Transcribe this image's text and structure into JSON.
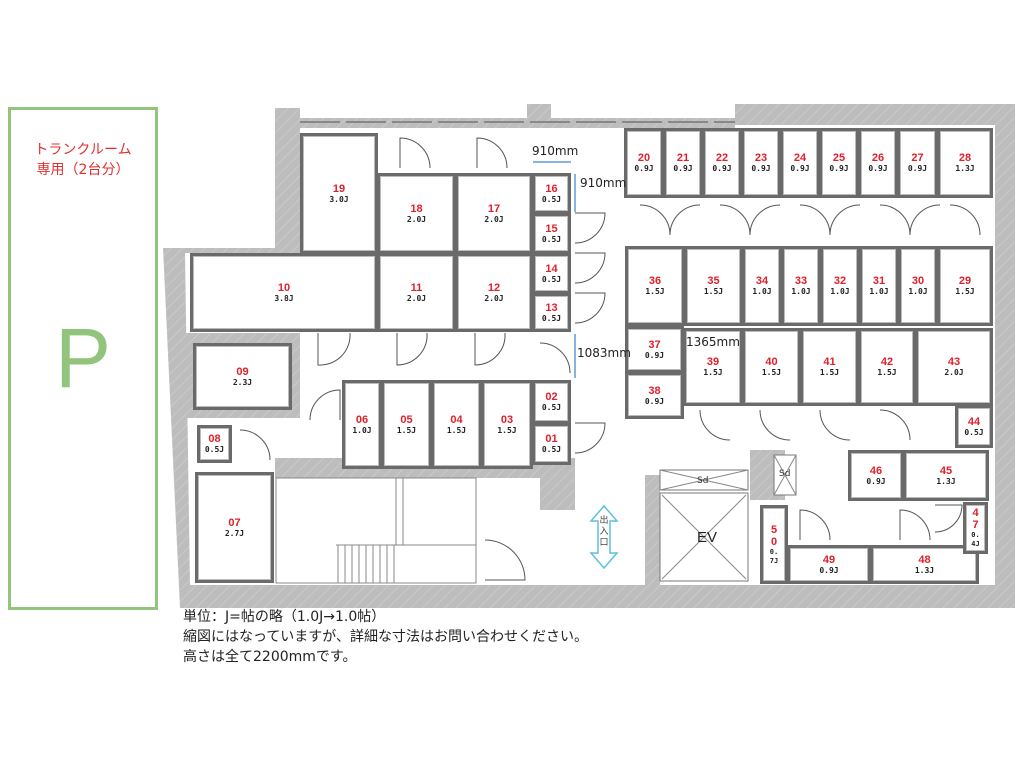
{
  "parking": {
    "label_line1": "トランクルーム",
    "label_line2": "専用（2台分）",
    "symbol": "P"
  },
  "rooms": [
    {
      "id": "01",
      "size": "0.5J"
    },
    {
      "id": "02",
      "size": "0.5J"
    },
    {
      "id": "03",
      "size": "1.5J"
    },
    {
      "id": "04",
      "size": "1.5J"
    },
    {
      "id": "05",
      "size": "1.5J"
    },
    {
      "id": "06",
      "size": "1.0J"
    },
    {
      "id": "07",
      "size": "2.7J"
    },
    {
      "id": "08",
      "size": "0.5J"
    },
    {
      "id": "09",
      "size": "2.3J"
    },
    {
      "id": "10",
      "size": "3.8J"
    },
    {
      "id": "11",
      "size": "2.0J"
    },
    {
      "id": "12",
      "size": "2.0J"
    },
    {
      "id": "13",
      "size": "0.5J"
    },
    {
      "id": "14",
      "size": "0.5J"
    },
    {
      "id": "15",
      "size": "0.5J"
    },
    {
      "id": "16",
      "size": "0.5J"
    },
    {
      "id": "17",
      "size": "2.0J"
    },
    {
      "id": "18",
      "size": "2.0J"
    },
    {
      "id": "19",
      "size": "3.0J"
    },
    {
      "id": "20",
      "size": "0.9J"
    },
    {
      "id": "21",
      "size": "0.9J"
    },
    {
      "id": "22",
      "size": "0.9J"
    },
    {
      "id": "23",
      "size": "0.9J"
    },
    {
      "id": "24",
      "size": "0.9J"
    },
    {
      "id": "25",
      "size": "0.9J"
    },
    {
      "id": "26",
      "size": "0.9J"
    },
    {
      "id": "27",
      "size": "0.9J"
    },
    {
      "id": "28",
      "size": "1.3J"
    },
    {
      "id": "29",
      "size": "1.5J"
    },
    {
      "id": "30",
      "size": "1.0J"
    },
    {
      "id": "31",
      "size": "1.0J"
    },
    {
      "id": "32",
      "size": "1.0J"
    },
    {
      "id": "33",
      "size": "1.0J"
    },
    {
      "id": "34",
      "size": "1.0J"
    },
    {
      "id": "35",
      "size": "1.5J"
    },
    {
      "id": "36",
      "size": "1.5J"
    },
    {
      "id": "37",
      "size": "0.9J"
    },
    {
      "id": "38",
      "size": "0.9J"
    },
    {
      "id": "39",
      "size": "1.5J"
    },
    {
      "id": "40",
      "size": "1.5J"
    },
    {
      "id": "41",
      "size": "1.5J"
    },
    {
      "id": "42",
      "size": "1.5J"
    },
    {
      "id": "43",
      "size": "2.0J"
    },
    {
      "id": "44",
      "size": "0.5J"
    },
    {
      "id": "45",
      "size": "1.3J"
    },
    {
      "id": "46",
      "size": "0.9J"
    },
    {
      "id": "47",
      "size": "0.4J"
    },
    {
      "id": "48",
      "size": "1.3J"
    },
    {
      "id": "49",
      "size": "0.9J"
    },
    {
      "id": "50",
      "size": "0.7J"
    }
  ],
  "dimensions": {
    "d1": "910mm",
    "d2": "910mm",
    "d3": "1083mm",
    "d4": "1365mm"
  },
  "facilities": {
    "elevator": "EV",
    "shaft": "Sd",
    "entrance": "出入口"
  },
  "notes": [
    "単位：J=帖の略（1.0J→1.0帖）",
    "縮図にはなっていますが、詳細な寸法はお問い合わせください。",
    "高さは全て2200mmです。"
  ],
  "colors": {
    "room_number": "#e0202a",
    "parking_border": "#93c47d",
    "wall": "#bdbdbd",
    "dimension_arrow": "#5b9bd5"
  }
}
